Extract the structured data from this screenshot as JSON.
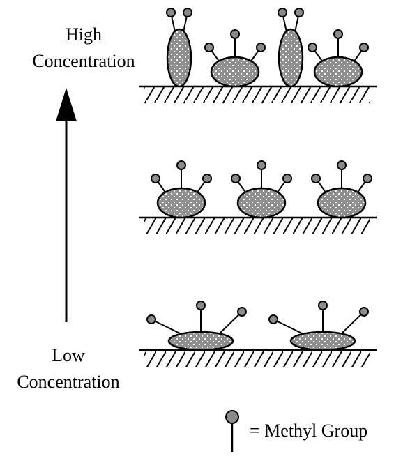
{
  "labels": {
    "high_line1": "High",
    "high_line2": "Concentration",
    "low_line1": "Low",
    "low_line2": "Concentration",
    "legend": "= Methyl Group"
  },
  "colors": {
    "ink": "#000000",
    "molecule_fill": "#8f8f8f",
    "dots": "#ffffff",
    "methyl_head": "#8a8a8a"
  },
  "rows": [
    {
      "name": "high",
      "molecules": [
        {
          "orientation": "vertical",
          "methyl_count": 2
        },
        {
          "orientation": "flat",
          "methyl_count": 3
        },
        {
          "orientation": "vertical",
          "methyl_count": 2
        },
        {
          "orientation": "flat",
          "methyl_count": 3
        }
      ]
    },
    {
      "name": "medium",
      "molecules": [
        {
          "orientation": "flat",
          "methyl_count": 3
        },
        {
          "orientation": "flat",
          "methyl_count": 3
        },
        {
          "orientation": "flat",
          "methyl_count": 3
        }
      ]
    },
    {
      "name": "low",
      "molecules": [
        {
          "orientation": "flat-wide",
          "methyl_count": 3
        },
        {
          "orientation": "flat-wide",
          "methyl_count": 3
        }
      ]
    }
  ]
}
